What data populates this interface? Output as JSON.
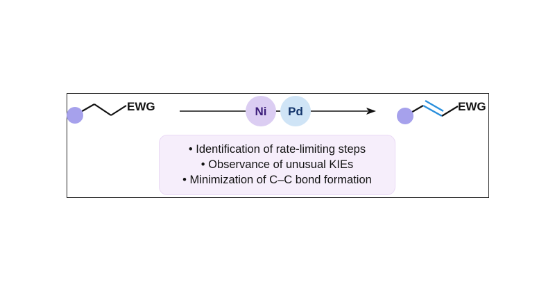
{
  "reactant": {
    "group_label": "EWG"
  },
  "product": {
    "group_label": "EWG"
  },
  "catalysts": [
    {
      "label": "Ni",
      "fill": "#dbcdf2",
      "text_color": "#3c1d7a"
    },
    {
      "label": "Pd",
      "fill": "#cfe4f6",
      "text_color": "#12346b"
    }
  ],
  "colors": {
    "substrate_circle": "#a6a1ec",
    "new_double_bond": "#2a8fdc",
    "bond": "#111111"
  },
  "conditions": {
    "items": [
      "• Identification of rate-limiting steps",
      "• Observance of unusual KIEs",
      "• Minimization of C–C bond formation"
    ]
  }
}
